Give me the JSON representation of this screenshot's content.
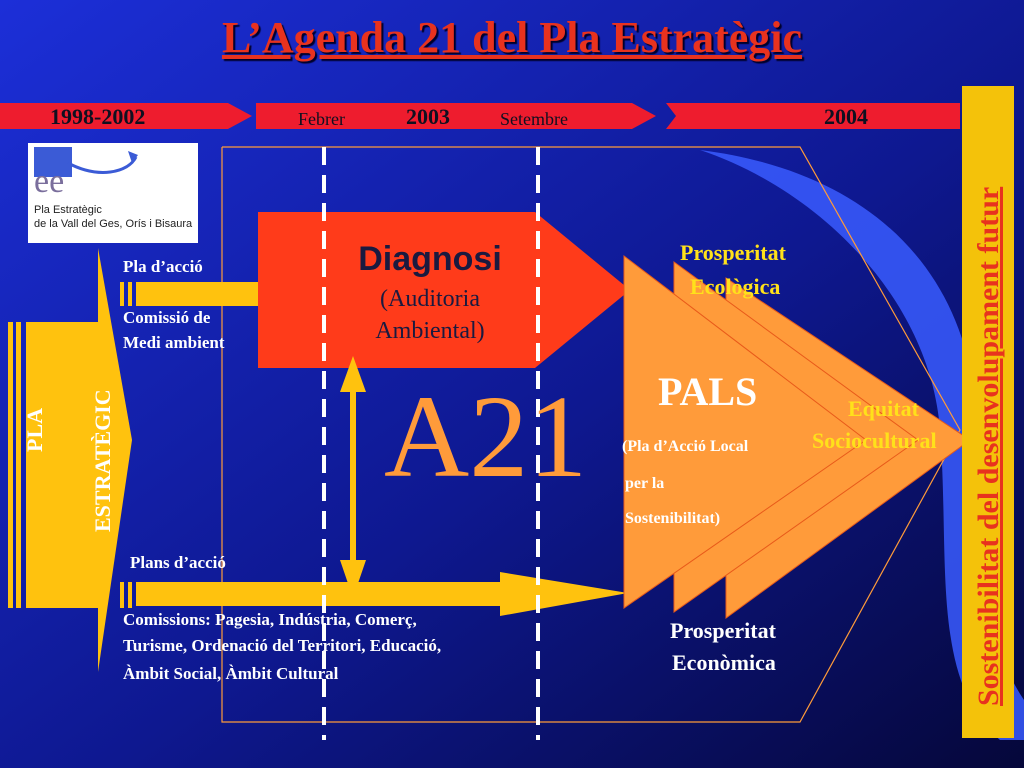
{
  "title": "L’Agenda 21 del Pla Estratègic",
  "timeline": {
    "period1": "1998-2002",
    "month_start": "Febrer",
    "year_mid": "2003",
    "month_end": "Setembre",
    "year_end": "2004"
  },
  "logo": {
    "mark": "ee",
    "line1": "Pla Estratègic",
    "line2": "de la Vall del Ges, Orís i Bisaura"
  },
  "pla_estrategic": {
    "line1": "PLA",
    "line2": "ESTRATÈGIC"
  },
  "upper_branch": {
    "label": "Pla d’acció",
    "commission_line1": "Comissió de",
    "commission_line2": "Medi ambient"
  },
  "lower_branch": {
    "label": "Plans d’acció",
    "line1": "Comissions: Pagesia, Indústria, Comerç,",
    "line2": "Turisme, Ordenació del Territori, Educació,",
    "line3": "Àmbit Social, Àmbit Cultural"
  },
  "diagnosi": {
    "title": "Diagnosi",
    "line1": "(Auditoria",
    "line2": "Ambiental)"
  },
  "center_label": "A21",
  "pals": {
    "title": "PALS",
    "line1": "(Pla d’Acció Local",
    "line2": "per la",
    "line3": "Sostenibilitat)"
  },
  "outcomes": {
    "eco_line1": "Prosperitat",
    "eco_line2": "Ecològica",
    "soc_line1": "Equitat",
    "soc_line2": "Sociocultural",
    "econ_line1": "Prosperitat",
    "econ_line2": "Econòmica"
  },
  "vertical_banner": "Sostenibilitat del desenvolupament futur",
  "colors": {
    "background_top": "#1c2fd8",
    "background_bottom": "#05073a",
    "title_red": "#e8321e",
    "timeline_red": "#ee1c2e",
    "arrow_yellow": "#ffc20e",
    "diagnosi_red": "#ff3b1a",
    "pals_orange": "#ff9b3a",
    "banner_gold": "#f4c20a",
    "text_yellow": "#ffe11a"
  }
}
